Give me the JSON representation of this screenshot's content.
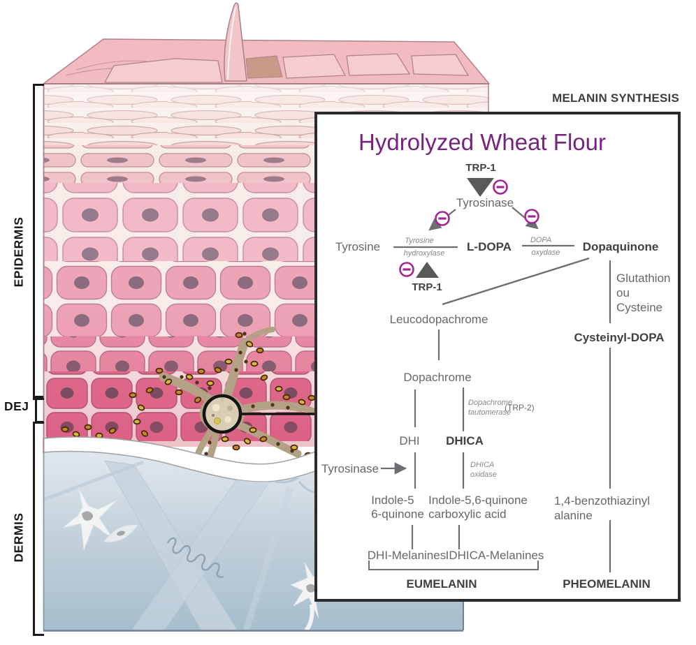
{
  "skin": {
    "labels": {
      "epidermis": "EPIDERMIS",
      "dej": "DEJ",
      "dermis": "DERMIS"
    }
  },
  "box_caption": "MELANIN SYNTHESIS",
  "pathway": {
    "heading": "Hydrolyzed Wheat Flour",
    "trp1_top": "TRP-1",
    "tyrosinase_top": "Tyrosinase",
    "tyrosine": "Tyrosine",
    "enz1_line1": "Tyrosine",
    "enz1_line2": "hydroxylase",
    "l_dopa": "L-DOPA",
    "enz2_line1": "DOPA",
    "enz2_line2": "oxydase",
    "dopaquinone": "Dopaquinone",
    "trp1_mid": "TRP-1",
    "glut_line1": "Glutathion",
    "glut_line2": "ou",
    "glut_line3": "Cysteine",
    "cysteinyl_dopa": "Cysteinyl-DOPA",
    "leucodopachrome": "Leucodopachrome",
    "dopachrome": "Dopachrome",
    "taut_line1": "Dopachrome",
    "taut_line2": "tautomerase",
    "trp2": "(TRP-2)",
    "dhi": "DHI",
    "dhica": "DHICA",
    "tyrosinase_left": "Tyrosinase",
    "dhica_ox_line1": "DHICA",
    "dhica_ox_line2": "oxidase",
    "indole5_line1": "Indole-5",
    "indole5_line2": "6-quinone",
    "indole56_line1": "Indole-5,6-quinone",
    "indole56_line2": "carboxylic acid",
    "benzo_line1": "1,4-benzothiazinyl",
    "benzo_line2": "alanine",
    "dhi_melanines": "DHI-Melanines",
    "idhica_melanines": "IDHICA-Melanines",
    "eumelanin": "EUMELANIN",
    "pheomelanin": "PHEOMELANIN"
  },
  "colors": {
    "heading_purple": "#76237d",
    "inhibitor_magenta": "#a3268e",
    "pathway_gray": "#66676b",
    "pathway_dark": "#414042",
    "enzyme_italic_gray": "#85868a",
    "box_border": "#2b2b2b",
    "label_black": "#1a1a1a"
  }
}
